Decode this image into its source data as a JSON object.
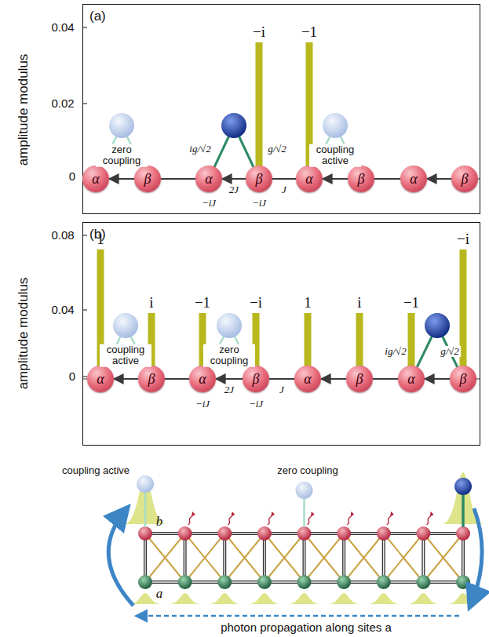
{
  "diagram": {
    "nodes": [
      {
        "text": [
          "(a)"
        ]
      },
      {
        "text": [
          "α"
        ],
        "in": 0
      },
      {
        "text": [
          "β"
        ],
        "in": 0
      },
      {
        "text": [
          "α"
        ],
        "in": 0
      },
      {
        "text": [
          "β"
        ],
        "in": 0
      },
      {
        "text": [
          "α"
        ],
        "in": 0
      },
      {
        "text": [
          "β"
        ],
        "in": 0
      },
      {
        "text": [
          "α"
        ],
        "in": 0
      },
      {
        "text": [
          "β"
        ],
        "in": 0
      },
      {
        "text": [
          "(b)"
        ]
      },
      {
        "text": [
          "α"
        ],
        "in": 9
      },
      {
        "text": [
          "β"
        ],
        "in": 9
      },
      {
        "text": [
          "α"
        ],
        "in": 9
      },
      {
        "text": [
          "β"
        ],
        "in": 9
      },
      {
        "text": [
          "α"
        ],
        "in": 9
      },
      {
        "text": [
          "β"
        ],
        "in": 9
      },
      {
        "text": [
          "α"
        ],
        "in": 9
      },
      {
        "text": [
          "β"
        ],
        "in": 9
      }
    ],
    "edges": [
      {
        "from": 2,
        "to": 1,
        "arrow": "to"
      },
      {
        "from": 2,
        "to": 3,
        "arrow": "none"
      },
      {
        "from": 4,
        "to": 3,
        "arrow": "to",
        "label": "2J"
      },
      {
        "from": 4,
        "to": 5,
        "arrow": "none",
        "label": "J"
      },
      {
        "from": 6,
        "to": 5,
        "arrow": "to"
      },
      {
        "from": 6,
        "to": 7,
        "arrow": "none"
      },
      {
        "from": 8,
        "to": 7,
        "arrow": "to"
      },
      {
        "from": 11,
        "to": 10,
        "arrow": "to"
      },
      {
        "from": 11,
        "to": 12,
        "arrow": "none"
      },
      {
        "from": 13,
        "to": 12,
        "arrow": "to",
        "label": "2J"
      },
      {
        "from": 13,
        "to": 14,
        "arrow": "none",
        "label": "J"
      },
      {
        "from": 15,
        "to": 14,
        "arrow": "to"
      },
      {
        "from": 15,
        "to": 16,
        "arrow": "none"
      },
      {
        "from": 17,
        "to": 16,
        "arrow": "to"
      }
    ],
    "labels": [
      "amplitude modulus",
      "0.04",
      "0.02",
      "0",
      "−i",
      "−1",
      "zero coupling",
      "coupling active",
      "ig/√2",
      "g/√2",
      "−iJ",
      "−iJ",
      "amplitude modulus",
      "0.08",
      "0.04",
      "0",
      "1",
      "i",
      "−1",
      "−i",
      "1",
      "i",
      "−1",
      "−i",
      "coupling active",
      "zero coupling",
      "ig/√2",
      "g/√2",
      "−iJ",
      "−iJ",
      "coupling active",
      "zero coupling",
      "b",
      "a",
      "photon propagation along sites a"
    ]
  }
}
